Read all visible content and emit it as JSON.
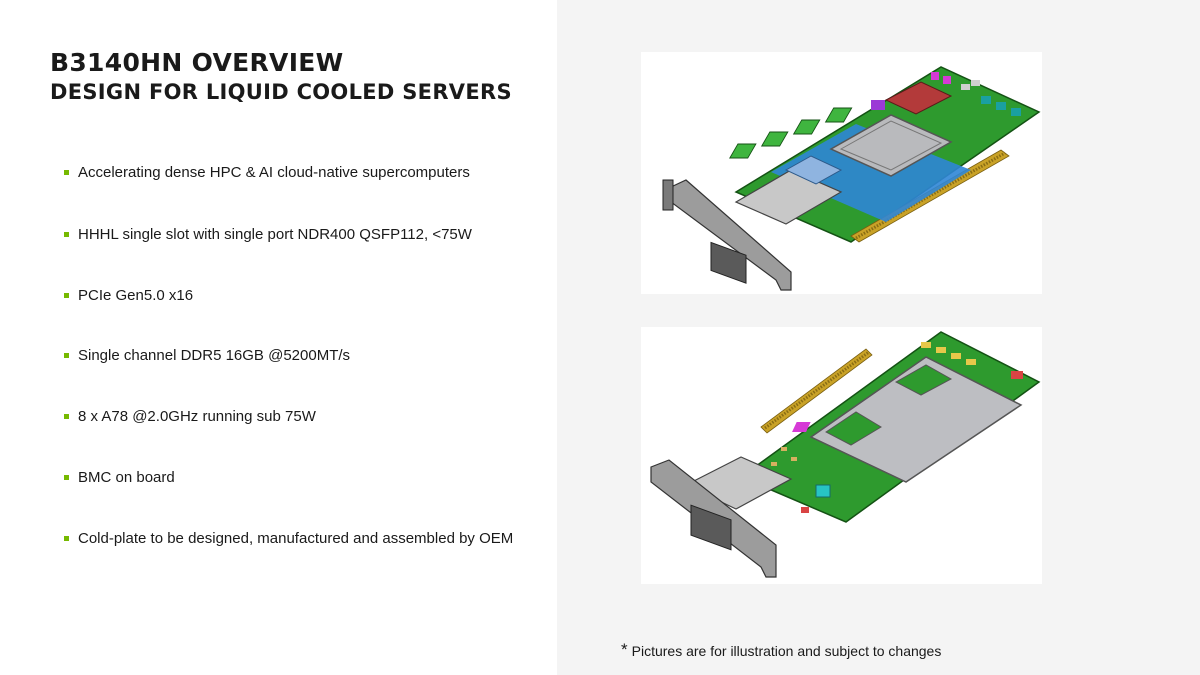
{
  "slide": {
    "title": "B3140HN OVERVIEW",
    "subtitle": "DESIGN FOR LIQUID COOLED SERVERS",
    "bullets": [
      "Accelerating dense HPC & AI cloud-native supercomputers",
      "HHHL single slot with single port NDR400 QSFP112, <75W",
      "PCIe Gen5.0 x16",
      "Single channel DDR5 16GB @5200MT/s",
      "8 x A78 @2.0GHz running sub 75W",
      "BMC on board",
      "Cold-plate to be designed, manufactured and assembled by OEM"
    ],
    "footnote_marker": "*",
    "footnote": "Pictures are for illustration and subject to changes",
    "colors": {
      "bullet_accent": "#76b900",
      "panel_background": "#f4f4f4",
      "pcb_green": "#2e9a2e",
      "gold_fingers": "#c9a227",
      "heat_plate": "#b9babd"
    }
  }
}
